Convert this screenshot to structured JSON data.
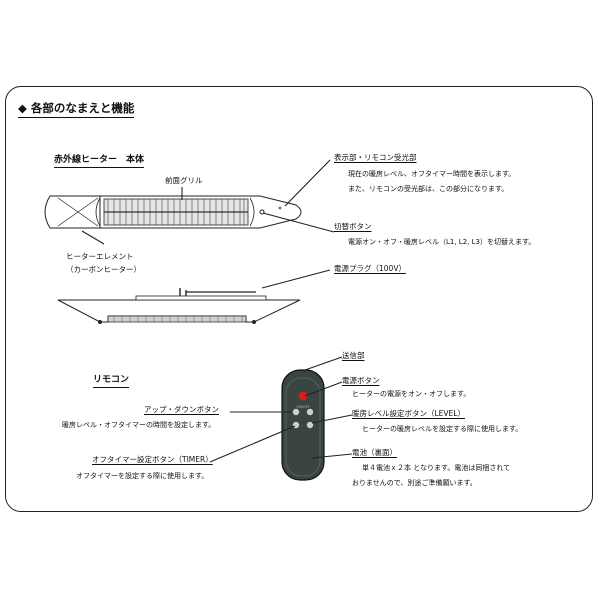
{
  "section": {
    "marker": "◆",
    "title": "各部のなまえと機能"
  },
  "heater": {
    "heading": "赤外線ヒーター　本体",
    "front_grille": "前面グリル",
    "element_label": "ヒーターエレメント",
    "element_sub": "（カーボンヒーター）",
    "display": {
      "title": "表示部・リモコン受光部",
      "line1": "現在の暖房レベル、オフタイマー時間を表示します。",
      "line2": "また、リモコンの受光部は、この部分になります。"
    },
    "switch": {
      "title": "切替ボタン",
      "line1": "電源オン・オフ・暖房レベル（L1, L2, L3）を切替えます。"
    },
    "plug": {
      "title": "電源プラグ（100V）"
    }
  },
  "remote": {
    "heading": "リモコン",
    "transmitter": "送信部",
    "power": {
      "title": "電源ボタン",
      "line1": "ヒーターの電源をオン・オフします。"
    },
    "updown": {
      "title": "アップ・ダウンボタン",
      "line1": "暖房レベル・オフタイマーの時間を設定します。"
    },
    "level": {
      "title": "暖房レベル設定ボタン（LEVEL）",
      "line1": "ヒーターの暖房レベルを設定する際に使用します。"
    },
    "timer": {
      "title": "オフタイマー設定ボタン（TIMER）",
      "line1": "オフタイマーを設定する際に使用します。"
    },
    "battery": {
      "title": "電池（裏面）",
      "line1": "単４電池ｘ２本 となります。電池は同梱されて",
      "line2": "おりませんので、別途ご準備願います。"
    }
  },
  "colors": {
    "remote_body": "#3a4440",
    "remote_button": "#cfcfcf",
    "remote_power": "#d02020",
    "line": "#222222"
  }
}
